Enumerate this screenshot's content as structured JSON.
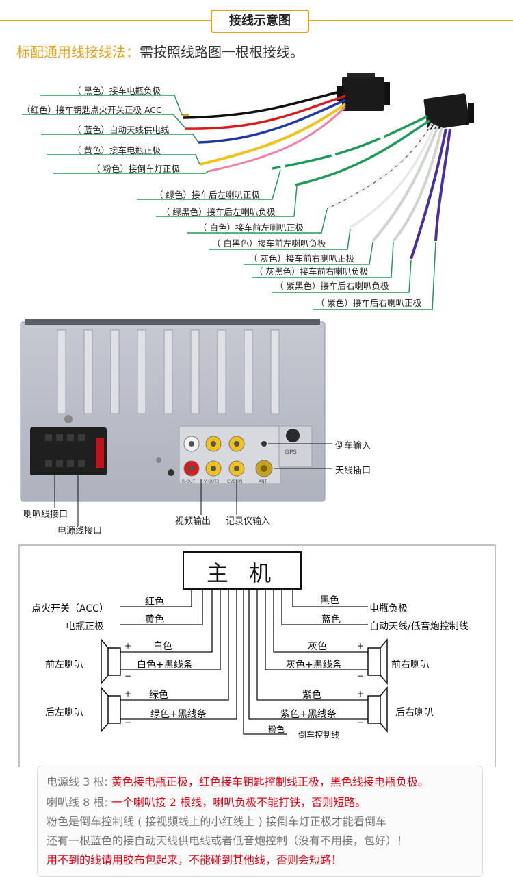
{
  "title": "接线示意图",
  "subtitle": {
    "lead": "标配通用线接线法：",
    "text": "需按照线路图一根根接线。"
  },
  "wire_labels": [
    "（ 黑色）接车电瓶负极",
    "（红色）接车钥匙点火开关正极 ACC",
    "（ 蓝色）自动天线供电线",
    "（ 黄色）接车电瓶正极",
    "（ 粉色）接倒车灯正极",
    "（ 绿色）接车后左喇叭正极",
    "（ 绿黑色）接车后左喇叭负极",
    "（ 白色）接车前左喇叭正极",
    "（ 白黑色）接车前左喇叭负极",
    "（ 灰色）接车前右喇叭正极",
    "（ 灰黑色）接车前右喇叭负极",
    "（ 紫黑色）接车后右喇叭负极",
    "（ 紫色）接车后右喇叭正极"
  ],
  "device": {
    "panel_labels": [
      "R-OUT",
      "V-OUT2",
      "CVBSIN",
      "ANT",
      "GPS"
    ],
    "labels": {
      "reverse_in": "倒车输入",
      "antenna": "天线插口",
      "speaker_port": "喇叭线接口",
      "power_port": "电源线接口",
      "video_out": "视频输出",
      "recorder_in": "记录仪输入"
    }
  },
  "schematic": {
    "host": "主 机",
    "left": [
      {
        "label": "点火开关（ACC）",
        "wire": "红色"
      },
      {
        "label": "电瓶正极",
        "wire": "黄色"
      }
    ],
    "right": [
      {
        "label": "电瓶负极",
        "wire": "黑色"
      },
      {
        "label": "自动天线/低音炮控制线",
        "wire": "蓝色"
      }
    ],
    "front_left": {
      "label": "前左喇叭",
      "pos": "白色",
      "neg": "白色+黑线条"
    },
    "rear_left": {
      "label": "后左喇叭",
      "pos": "绿色",
      "neg": "绿色+黑线条"
    },
    "front_right": {
      "label": "前右喇叭",
      "pos": "灰色",
      "neg": "灰色+黑线条"
    },
    "rear_right": {
      "label": "后右喇叭",
      "pos": "紫色",
      "neg": "紫色+黑线条"
    },
    "pink": {
      "wire": "粉色",
      "label": "倒车控制线"
    },
    "plus": "+",
    "minus": "−"
  },
  "notes": {
    "line1_prefix": "电源线 3 根:",
    "line1_red": "黄色接电瓶正极，红色接车钥匙控制线正极，黑色线接电瓶负极。",
    "line2_prefix": "喇叭线 8 根:",
    "line2_red": "一个喇叭接 2 根线，喇叭负极不能打铁，否则短路。",
    "line3": "粉色是倒车控制线 ( 接视频线上的小红线上 ) 接倒车灯正极才能看倒车",
    "line4": "还有一根蓝色的接自动天线供电线或者低音炮控制（没有不用接，包好）！",
    "line5": "用不到的线请用胶布包起来，不能碰到其他线，否则会短路！"
  },
  "colors": {
    "accent": "#e8a21d",
    "leader": "#1e9a5a",
    "warning": "#e60012"
  }
}
